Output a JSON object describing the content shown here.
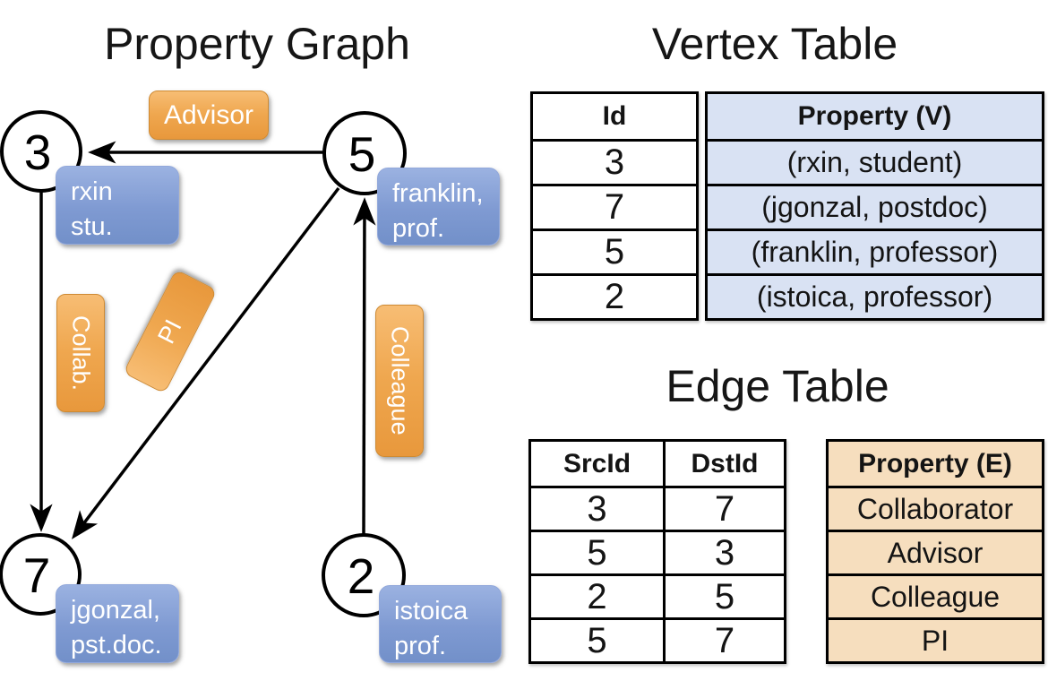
{
  "graph": {
    "title": "Property Graph",
    "nodes": [
      {
        "id": "3",
        "label_line1": "rxin",
        "label_line2": "stu."
      },
      {
        "id": "5",
        "label_line1": "franklin,",
        "label_line2": "prof."
      },
      {
        "id": "7",
        "label_line1": "jgonzal,",
        "label_line2": "pst.doc."
      },
      {
        "id": "2",
        "label_line1": "istoica",
        "label_line2": "prof."
      }
    ],
    "edge_labels": {
      "advisor": "Advisor",
      "collab": "Collab.",
      "pi": "PI",
      "colleague": "Colleague"
    }
  },
  "vertex_table": {
    "title": "Vertex Table",
    "columns": {
      "id": "Id",
      "property": "Property (V)"
    },
    "rows": [
      {
        "id": "3",
        "property": "(rxin, student)"
      },
      {
        "id": "7",
        "property": "(jgonzal, postdoc)"
      },
      {
        "id": "5",
        "property": "(franklin, professor)"
      },
      {
        "id": "2",
        "property": "(istoica, professor)"
      }
    ]
  },
  "edge_table": {
    "title": "Edge Table",
    "columns": {
      "src": "SrcId",
      "dst": "DstId",
      "property": "Property (E)"
    },
    "rows": [
      {
        "src": "3",
        "dst": "7",
        "property": "Collaborator"
      },
      {
        "src": "5",
        "dst": "3",
        "property": "Advisor"
      },
      {
        "src": "2",
        "dst": "5",
        "property": "Colleague"
      },
      {
        "src": "5",
        "dst": "7",
        "property": "PI"
      }
    ]
  },
  "colors": {
    "edge_label_orange": "#EFA74F",
    "node_label_blue": "#7F9AD2",
    "vertex_property_fill": "#D9E2F3",
    "edge_property_fill": "#F6DEBE",
    "line_black": "#000000",
    "background": "#FFFFFF"
  }
}
